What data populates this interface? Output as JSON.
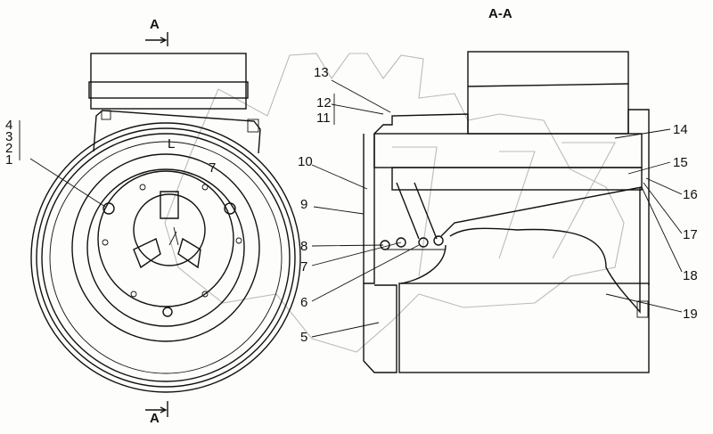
{
  "drawing": {
    "section_marker": "A",
    "section_title": "A-A",
    "left_view_marks": [
      "L",
      "7"
    ],
    "stacked_callout_left": [
      "4",
      "3",
      "2",
      "1"
    ],
    "stacked_callout_right": [
      "12",
      "11"
    ],
    "callouts": [
      "13",
      "10",
      "9",
      "8",
      "7",
      "6",
      "5",
      "14",
      "15",
      "16",
      "17",
      "18",
      "19"
    ]
  }
}
